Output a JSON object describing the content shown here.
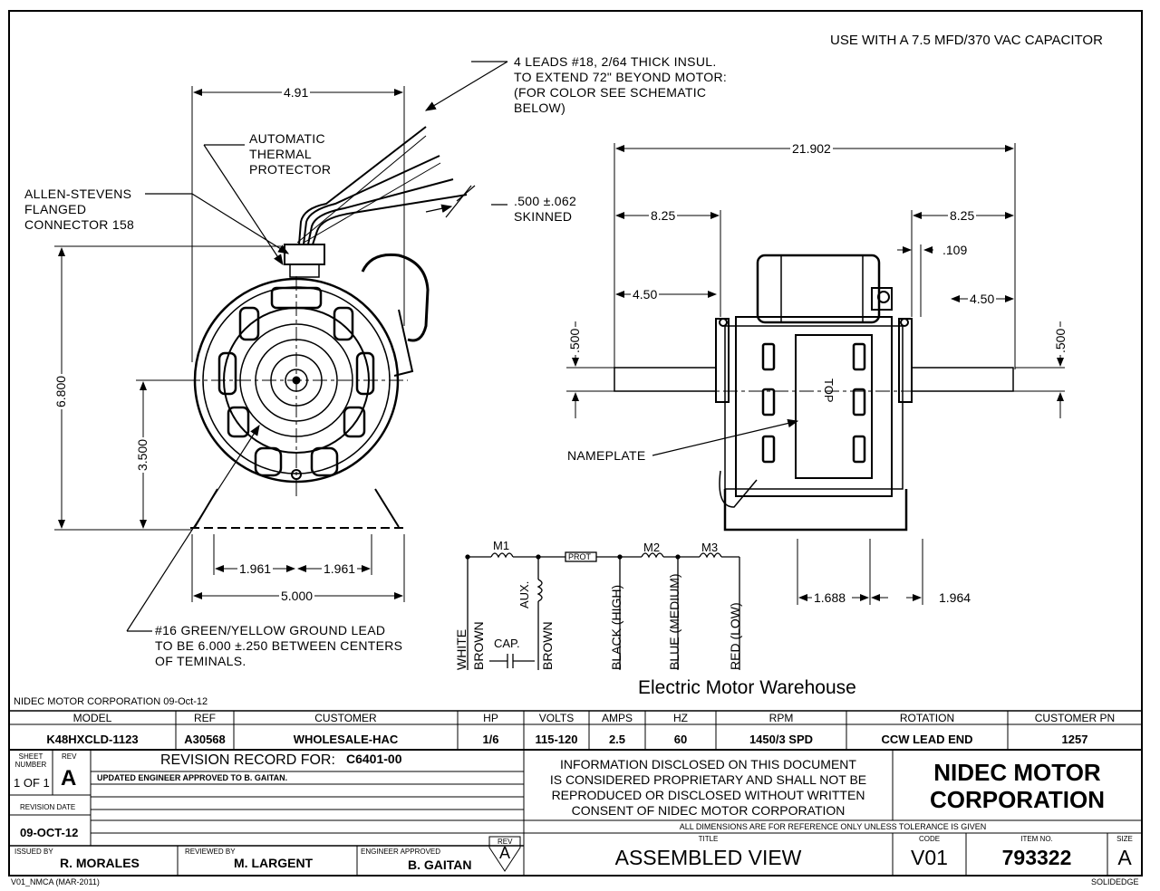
{
  "drawing": {
    "capacitor_note": "USE WITH A 7.5 MFD/370 VAC CAPACITOR",
    "leads_note": [
      "4  LEADS #18,  2/64  THICK  INSUL.",
      "TO EXTEND 72\" BEYOND MOTOR:",
      "(FOR COLOR SEE SCHEMATIC",
      "BELOW)"
    ],
    "thermal_note": [
      "AUTOMATIC",
      "THERMAL",
      "PROTECTOR"
    ],
    "connector_note": [
      "ALLEN-STEVENS",
      "FLANGED",
      "CONNECTOR 158"
    ],
    "skinned_note": [
      ".500 ±.062",
      "SKINNED"
    ],
    "ground_note": [
      "#16  GREEN/YELLOW  GROUND  LEAD",
      "TO BE 6.000 ±.250 BETWEEN CENTERS",
      "OF TEMINALS."
    ],
    "nameplate_label": "NAMEPLATE",
    "top_label": "TOP",
    "brand": "Electric Motor Warehouse",
    "dims": {
      "d491": "4.91",
      "d6800": "6.800",
      "d3500": "3.500",
      "d1961a": "1.961",
      "d1961b": "1.961",
      "d5000": "5.000",
      "d21902": "21.902",
      "d825a": "8.25",
      "d825b": "8.25",
      "d109": ".109",
      "d450a": "4.50",
      "d450b": "4.50",
      "d500a": ".500",
      "d500b": ".500",
      "d1688": "1.688",
      "d1964": "1.964"
    },
    "schematic": {
      "m1": "M1",
      "m2": "M2",
      "m3": "M3",
      "prot": "PROT",
      "aux": "AUX.",
      "cap": "CAP.",
      "wires": [
        "WHITE",
        "BROWN",
        "BROWN",
        "BLACK (HIGH)",
        "BLUE (MEDIUM)",
        "RED (LOW)"
      ]
    }
  },
  "title_block": {
    "company_date": "NIDEC MOTOR CORPORATION 09-Oct-12",
    "headers": [
      "MODEL",
      "REF",
      "CUSTOMER",
      "HP",
      "VOLTS",
      "AMPS",
      "HZ",
      "RPM",
      "ROTATION",
      "CUSTOMER PN"
    ],
    "values": [
      "K48HXCLD-1123",
      "A30568",
      "WHOLESALE-HAC",
      "1/6",
      "115-120",
      "2.5",
      "60",
      "1450/3 SPD",
      "CCW LEAD END",
      "1257"
    ],
    "sheet_number_label": "SHEET NUMBER",
    "sheet_value": "1 OF 1",
    "rev_label": "REV",
    "rev_value": "A",
    "revision_record": "REVISION RECORD FOR:",
    "revision_record_num": "C6401-00",
    "revision_line": "UPDATED ENGINEER APPROVED TO B. GAITAN.",
    "revision_date_label": "REVISION DATE",
    "revision_date": "09-OCT-12",
    "proprietary": [
      "INFORMATION DISCLOSED ON THIS DOCUMENT",
      "IS CONSIDERED PROPRIETARY AND SHALL NOT BE",
      "REPRODUCED OR DISCLOSED WITHOUT WRITTEN",
      "CONSENT OF NIDEC MOTOR CORPORATION"
    ],
    "company": [
      "NIDEC MOTOR",
      "CORPORATION"
    ],
    "dims_note": "ALL DIMENSIONS ARE FOR REFERENCE ONLY UNLESS TOLERANCE IS GIVEN",
    "issued_by_label": "ISSUED BY",
    "issued_by": "R. MORALES",
    "reviewed_by_label": "REVIEWED BY",
    "reviewed_by": "M. LARGENT",
    "engineer_label": "ENGINEER APPROVED",
    "engineer": "B. GAITAN",
    "rev_box_label": "REV",
    "rev_box_value": "A",
    "title_label": "TITLE",
    "title": "ASSEMBLED VIEW",
    "code_label": "CODE",
    "code": "V01",
    "item_label": "ITEM NO.",
    "item": "793322",
    "size_label": "SIZE",
    "size": "A",
    "form_id": "V01_NMCA (MAR-2011)",
    "software": "SOLIDEDGE"
  }
}
